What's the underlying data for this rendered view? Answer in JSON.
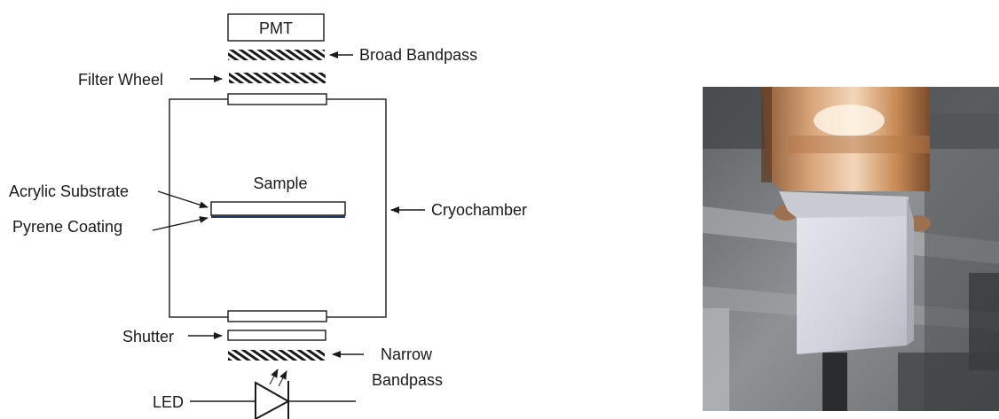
{
  "diagram": {
    "pmt": "PMT",
    "broad_bandpass": "Broad Bandpass",
    "filter_wheel": "Filter Wheel",
    "sample": "Sample",
    "acrylic_substrate": "Acrylic Substrate",
    "pyrene_coating": "Pyrene Coating",
    "cryochamber": "Cryochamber",
    "shutter": "Shutter",
    "narrow": "Narrow",
    "bandpass": "Bandpass",
    "led": "LED"
  },
  "photo": {
    "subject": "photograph of acrylic sample mounted below copper cryostat holder"
  },
  "colors": {
    "line": "#1a1a1a",
    "pyrene_coating": "#1f3a66",
    "copper": "#c98a55"
  }
}
